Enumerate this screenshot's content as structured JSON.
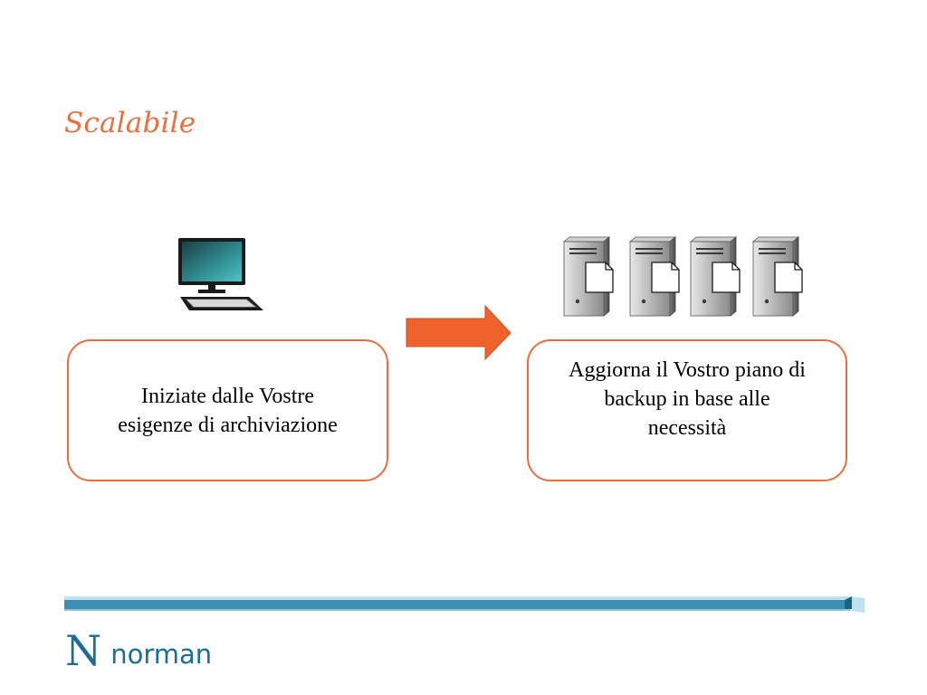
{
  "slide": {
    "title": "Scalabile"
  },
  "diagram": {
    "left_box": {
      "text": "Iniziate dalle Vostre\nesigenze di archiviazione"
    },
    "right_box": {
      "text": "Aggiorna il Vostro piano di\nbackup in base alle\nnecessità"
    },
    "icons": {
      "left": "desktop-computer-icon",
      "arrow": "right-arrow-icon",
      "right": "server-tower-icon",
      "server_count": 4
    },
    "colors": {
      "accent": "#e8703f",
      "arrow_fill": "#f0622c",
      "band": "#3c8fb3"
    }
  },
  "footer": {
    "logo_mark": "N",
    "logo_text": "norman"
  }
}
